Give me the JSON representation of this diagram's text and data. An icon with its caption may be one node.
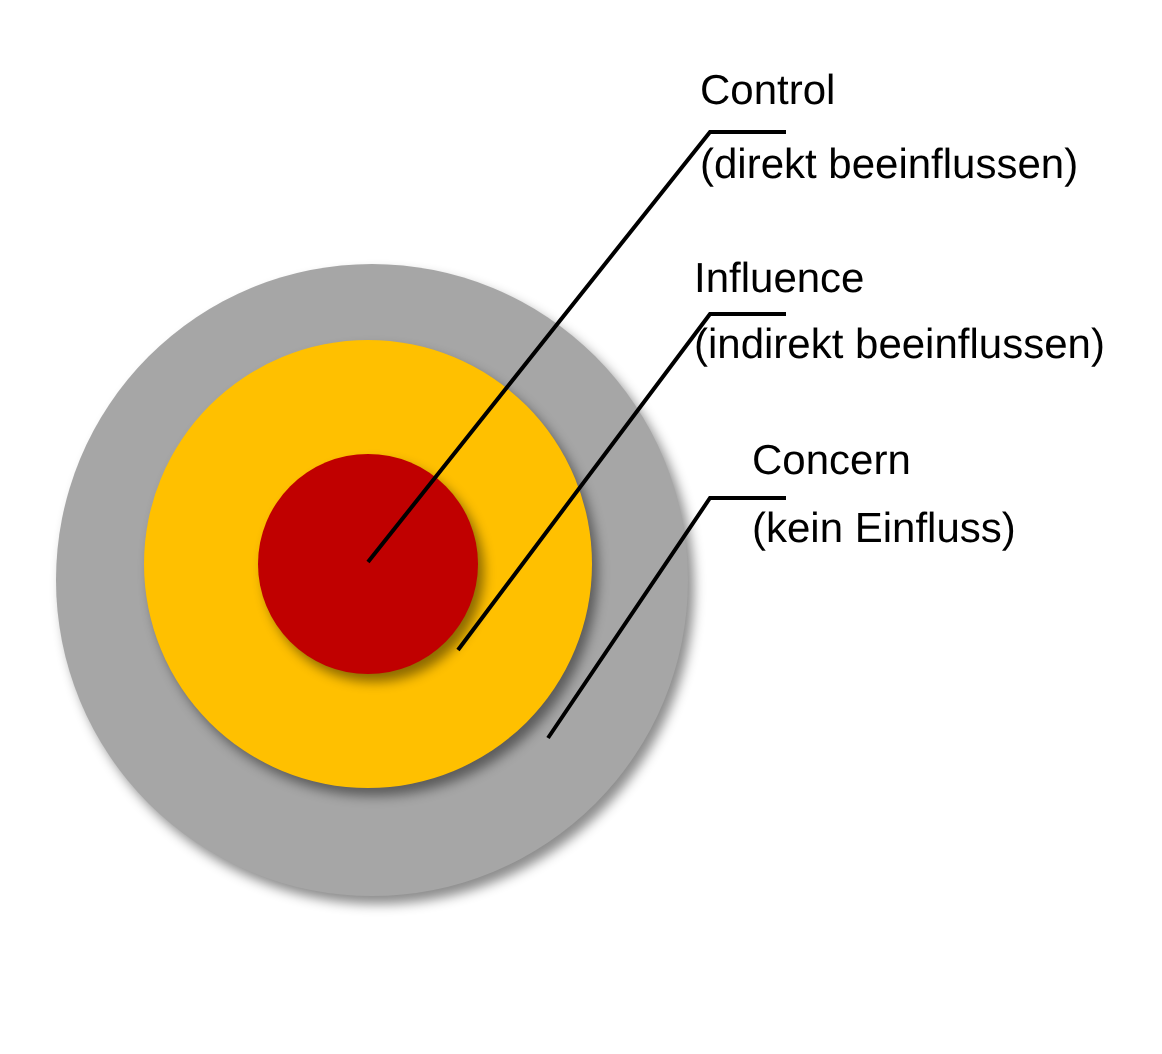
{
  "diagram": {
    "nodes": [
      {
        "text": [
          "Control",
          "(direkt beeinflussen)"
        ]
      },
      {
        "text": [
          "Influence",
          "(indirekt beeinflussen)"
        ]
      },
      {
        "text": [
          "Concern",
          "(kein Einfluss)"
        ]
      },
      {
        "text": [],
        "shape": "circle"
      },
      {
        "text": [],
        "shape": "circle",
        "in": 3
      },
      {
        "text": [],
        "shape": "circle",
        "in": 4
      }
    ],
    "edges": [
      {
        "from": 0,
        "to": 5,
        "arrow": "none"
      },
      {
        "from": 1,
        "to": 4,
        "arrow": "none"
      },
      {
        "from": 2,
        "to": 3,
        "arrow": "none"
      }
    ]
  }
}
